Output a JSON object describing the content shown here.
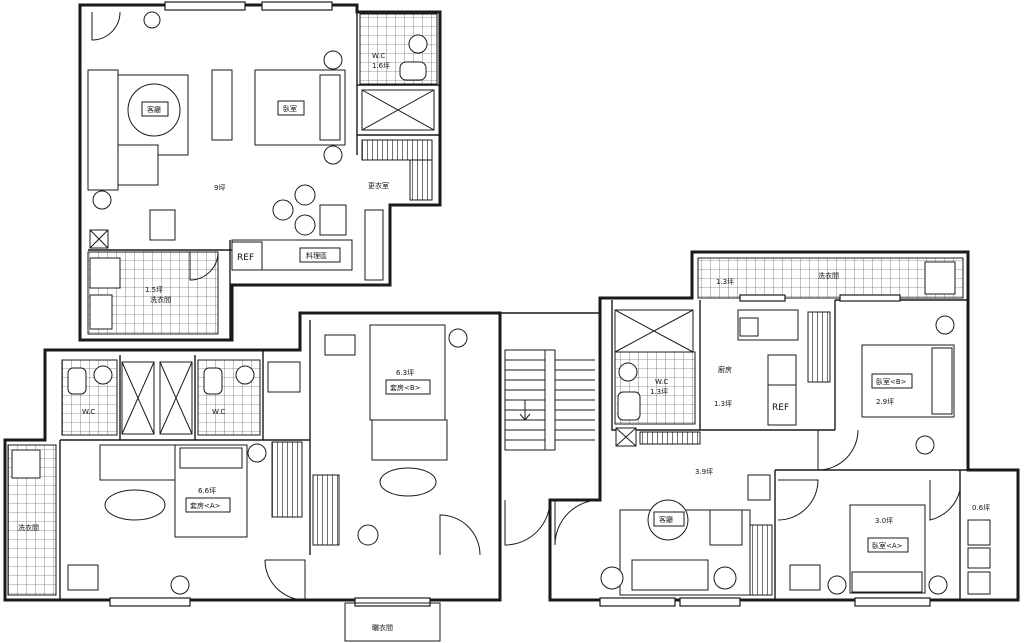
{
  "labels": {
    "wc_top": "W.C",
    "wc_top_area": "1.6坪",
    "living_top": "客廳",
    "bedroom_top": "臥室",
    "area_top": "9坪",
    "closet_top": "更衣室",
    "kitchen_top": "料理區",
    "ref_top": "REF",
    "laundry_top_area": "1.5坪",
    "laundry_top": "洗衣間",
    "wc_left": "W.C",
    "wc_mid": "W.C",
    "suite_a_area": "6.6坪",
    "suite_a": "套房<A>",
    "suite_b_area": "6.3坪",
    "suite_b": "套房<B>",
    "laundry_left": "洗衣間",
    "laundry_bottom": "曬衣間",
    "wc_right": "W.C",
    "wc_right_area": "1.3坪",
    "kitchen_right": "廚房",
    "kitchen_right_area": "1.3坪",
    "ref_right": "REF",
    "laundry_right_area": "1.3坪",
    "laundry_right": "洗衣間",
    "bedroom_b": "臥室<B>",
    "bedroom_b_area": "2.9坪",
    "living_right_area": "3.9坪",
    "living_right": "客廳",
    "bedroom_a_area": "3.0坪",
    "bedroom_a": "臥室<A>",
    "storage_area": "0.6坪"
  }
}
